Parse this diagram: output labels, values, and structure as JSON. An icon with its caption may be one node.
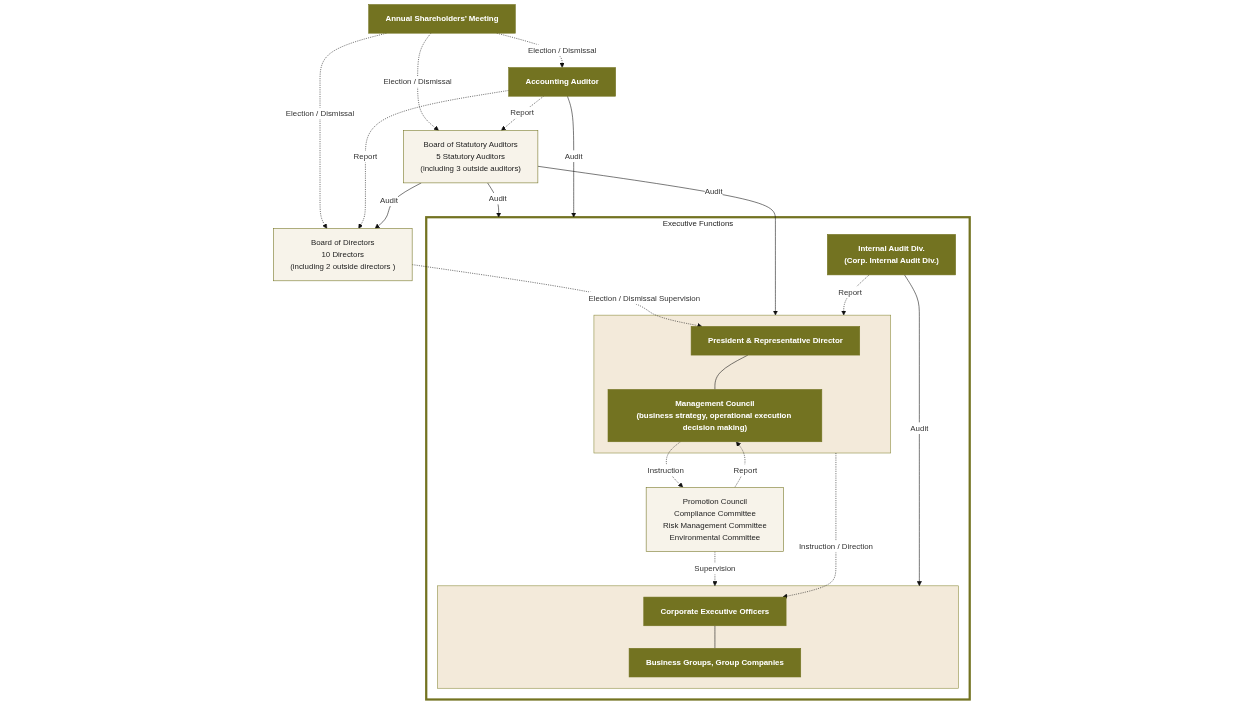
{
  "diagram": {
    "nodes": [
      {
        "text": [
          "Annual Shareholders’ Meeting"
        ]
      },
      {
        "text": [
          "Board of Directors",
          "10 Directors",
          "(including 2 outside directors )"
        ]
      },
      {
        "text": [
          "Accounting Auditor"
        ]
      },
      {
        "text": [
          "Board of Statutory Auditors",
          "5 Statutory Auditors",
          "(including 3 outside auditors)"
        ]
      },
      {
        "text": [
          "Executive Functions"
        ]
      },
      {
        "text": [],
        "shape": "box",
        "in": 4
      },
      {
        "text": [
          "President & Representative Director"
        ],
        "in": 5
      },
      {
        "text": [
          "Management Council",
          "(business strategy, operational execution decision making)"
        ],
        "in": 5
      },
      {
        "text": [
          "Internal Audit Div.",
          "(Corp. Internal Audit Div.)"
        ],
        "in": 4
      },
      {
        "text": [
          "Promotion Council",
          "Compliance Committee",
          "Risk Management Committee",
          "Environmental Committee"
        ],
        "in": 4
      },
      {
        "text": [],
        "shape": "box",
        "in": 4
      },
      {
        "text": [
          "Corporate Executive Officers"
        ],
        "in": 10
      },
      {
        "text": [
          "Business Groups, Group Companies"
        ],
        "in": 10
      }
    ],
    "edges": [
      {
        "from": 0,
        "to": 1,
        "arrow": "to",
        "style": "dashed",
        "label": "Election / Dismissal"
      },
      {
        "from": 0,
        "to": 3,
        "arrow": "to",
        "style": "dashed",
        "label": "Election / Dismissal"
      },
      {
        "from": 0,
        "to": 2,
        "arrow": "to",
        "style": "dashed",
        "label": "Election / Dismissal"
      },
      {
        "from": 2,
        "to": 1,
        "arrow": "to",
        "style": "dashed",
        "label": "Report"
      },
      {
        "from": 2,
        "to": 3,
        "arrow": "to",
        "style": "dashed",
        "label": "Report"
      },
      {
        "from": 3,
        "to": 1,
        "arrow": "to",
        "label": "Audit"
      },
      {
        "from": 3,
        "to": 4,
        "arrow": "to",
        "label": "Audit"
      },
      {
        "from": 2,
        "to": 4,
        "arrow": "to",
        "label": "Audit"
      },
      {
        "from": 1,
        "to": 6,
        "arrow": "to",
        "style": "dashed",
        "label": "Election / Dismissal Supervision"
      },
      {
        "from": 3,
        "to": 5,
        "arrow": "to",
        "label": "Audit"
      },
      {
        "from": 6,
        "to": 7,
        "arrow": "none"
      },
      {
        "from": 8,
        "to": 5,
        "arrow": "to",
        "style": "dashed",
        "label": "Report"
      },
      {
        "from": 7,
        "to": 9,
        "arrow": "to",
        "style": "dashed",
        "label": "Instruction"
      },
      {
        "from": 9,
        "to": 7,
        "arrow": "to",
        "style": "dashed",
        "label": "Report"
      },
      {
        "from": 9,
        "to": 10,
        "arrow": "to",
        "style": "dashed",
        "label": "Supervision"
      },
      {
        "from": 5,
        "to": 11,
        "arrow": "to",
        "style": "dashed",
        "label": "Instruction / Direction"
      },
      {
        "from": 8,
        "to": 10,
        "arrow": "to",
        "label": "Audit"
      },
      {
        "from": 11,
        "to": 12,
        "arrow": "none"
      }
    ]
  }
}
